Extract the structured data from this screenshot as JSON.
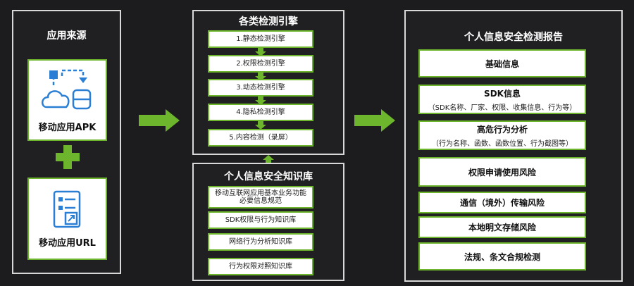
{
  "sources": {
    "title": "应用来源",
    "apk_label": "移动应用APK",
    "url_label": "移动应用URL"
  },
  "engines": {
    "title": "各类检测引擎",
    "items": [
      "1.静态检测引擎",
      "2.权限检测引擎",
      "3.动态检测引擎",
      "4.隐私检测引擎",
      "5.内容检测（录屏）"
    ]
  },
  "knowledge": {
    "title": "个人信息安全知识库",
    "items": [
      "移动互联网应用基本业务功能必要信息规范",
      "SDK权限与行为知识库",
      "网络行为分析知识库",
      "行为权限对照知识库"
    ]
  },
  "report": {
    "title": "个人信息安全检测报告",
    "items": [
      {
        "main": "基础信息",
        "sub": ""
      },
      {
        "main": "SDK信息",
        "sub": "（SDK名称、厂家、权限、收集信息、行为等）"
      },
      {
        "main": "高危行为分析",
        "sub": "（行为名称、函数、函数位置、行为截图等）"
      },
      {
        "main": "权限申请使用风险",
        "sub": ""
      },
      {
        "main": "通信（境外）传输风险",
        "sub": ""
      },
      {
        "main": "本地明文存储风险",
        "sub": ""
      },
      {
        "main": "法规、条文合规检测",
        "sub": ""
      }
    ]
  },
  "colors": {
    "accent_green": "#6cb52d",
    "background": "#1c1c1e",
    "border": "#d8d8d8"
  }
}
